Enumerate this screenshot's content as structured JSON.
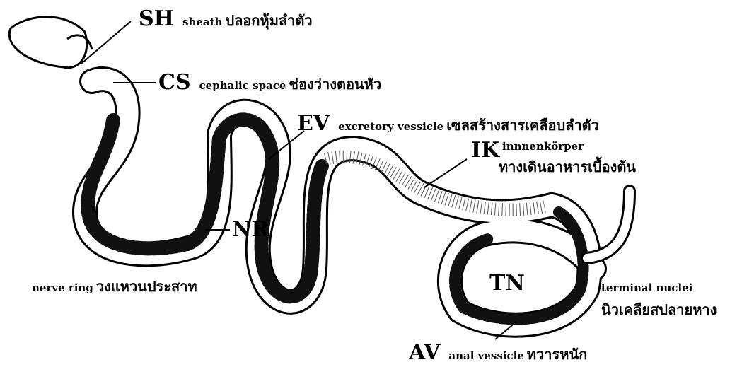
{
  "labels": {
    "sh": {
      "code": "SH",
      "name": "sheath",
      "thai": "ปลอกหุ้มลำตัว"
    },
    "cs": {
      "code": "CS",
      "name": "cephalic space",
      "thai": "ช่องว่างตอนหัว"
    },
    "ev": {
      "code": "EV",
      "name": "excretory vessicle",
      "thai": "เซลสร้างสารเคลือบลำตัว"
    },
    "ik": {
      "code": "IK",
      "name": "innnenkörper",
      "thai": "ทางเดินอาหารเบื้องต้น"
    },
    "nr": {
      "code": "NR",
      "name": "nerve ring",
      "thai": "วงแหวนประสาท"
    },
    "tn": {
      "code": "TN",
      "name": "terminal nuclei",
      "thai": "นิวเคลียสปลายหาง"
    },
    "av": {
      "code": "AV",
      "name": "anal vessicle",
      "thai": "ทวารหนัก"
    }
  }
}
